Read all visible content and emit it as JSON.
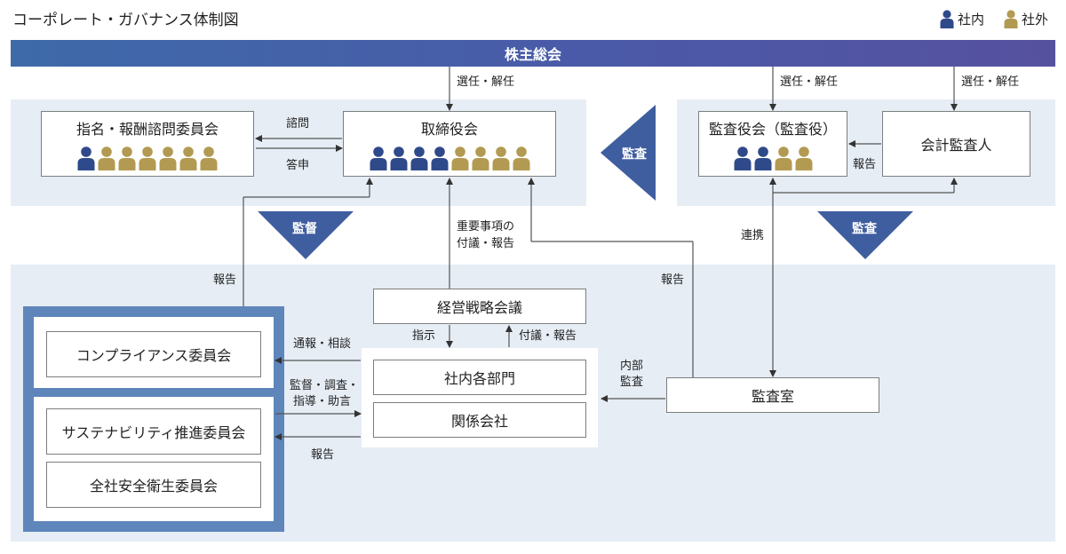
{
  "title": "コーポレート・ガバナンス体制図",
  "legend": {
    "internal": "社内",
    "external": "社外"
  },
  "colors": {
    "internal": "#2f4a8a",
    "external": "#b39a52",
    "band": "#4a5aa8",
    "panel": "#e6edf5",
    "frame": "#5f86bb"
  },
  "shareholders_meeting": "株主総会",
  "labels": {
    "appoint_board": "選任・解任",
    "appoint_audit": "選任・解任",
    "appoint_auditor": "選任・解任",
    "consult": "諮問",
    "answer": "答申",
    "report_auditor": "報告",
    "audit_left": "監査",
    "supervise": "監督",
    "audit_right": "監査",
    "important_matters_1": "重要事項の",
    "important_matters_2": "付議・報告",
    "liaison": "連携",
    "report_left": "報告",
    "report_right": "報告",
    "instruct": "指示",
    "submit_report": "付議・報告",
    "whistle": "通報・相談",
    "guide_1": "監督・調査・",
    "guide_2": "指導・助言",
    "report_bottom": "報告",
    "internal_audit_1": "内部",
    "internal_audit_2": "監査"
  },
  "nomination_committee": {
    "name": "指名・報酬諮問委員会",
    "members": [
      "internal",
      "external",
      "external",
      "external",
      "external",
      "external",
      "external"
    ]
  },
  "board": {
    "name": "取締役会",
    "members": [
      "internal",
      "internal",
      "internal",
      "internal",
      "external",
      "external",
      "external",
      "external"
    ]
  },
  "audit_board": {
    "name": "監査役会（監査役）",
    "members": [
      "internal",
      "internal",
      "external",
      "external"
    ]
  },
  "accounting_auditor": "会計監査人",
  "management_strategy": "経営戦略会議",
  "internal_departments": "社内各部門",
  "affiliates": "関係会社",
  "audit_office": "監査室",
  "compliance_committee": "コンプライアンス委員会",
  "sustainability_committee": "サステナビリティ推進委員会",
  "safety_committee": "全社安全衛生委員会"
}
